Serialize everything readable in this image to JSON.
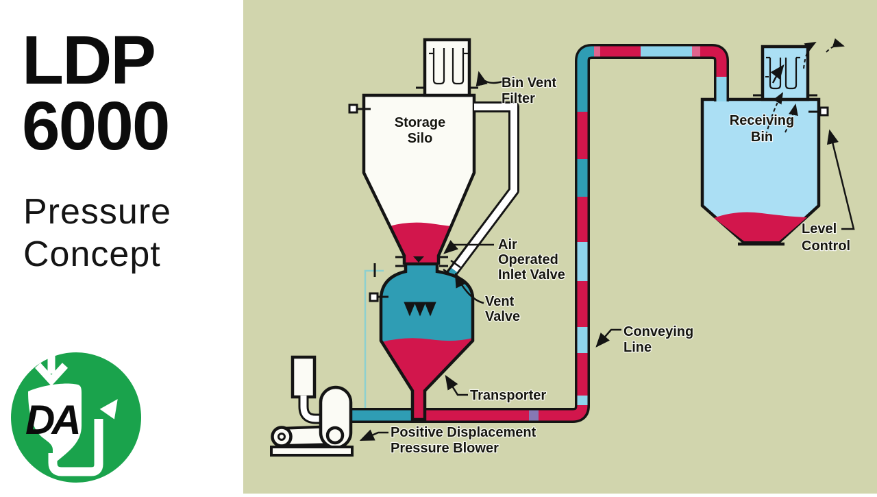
{
  "left_panel": {
    "title_lines": [
      "LDP",
      "6000"
    ],
    "subtitle_lines": [
      "Pressure",
      "Concept"
    ],
    "logo_monogram": "DA"
  },
  "diagram": {
    "labels": {
      "bin_vent_filter": {
        "lines": [
          "Bin Vent",
          "Filter"
        ]
      },
      "storage_silo": {
        "lines": [
          "Storage",
          "Silo"
        ]
      },
      "air_operated_inlet_valve": {
        "lines": [
          "Air",
          "Operated",
          "Inlet Valve"
        ]
      },
      "vent_valve": {
        "lines": [
          "Vent",
          "Valve"
        ]
      },
      "conveying_line": {
        "lines": [
          "Conveying",
          "Line"
        ]
      },
      "transporter": {
        "lines": [
          "Transporter"
        ]
      },
      "positive_displacement_pressure_blower": {
        "lines": [
          "Positive Displacement",
          "Pressure Blower"
        ]
      },
      "receiving_bin": {
        "lines": [
          "Receiving",
          "Bin"
        ]
      },
      "level_control": {
        "lines": [
          "Level",
          "Control"
        ]
      }
    },
    "colors": {
      "background": "#d1d5ad",
      "outline": "#141414",
      "vessel_white": "#fbfbf5",
      "material_red": "#d2164c",
      "air_teal": "#2f9db4",
      "air_light": "#8fd4ec",
      "air_pink": "#e0648e",
      "bin_blue": "#abdff4",
      "purple_sensor_segment": "#8678b4",
      "bypass_cyan": "#8ed0cf"
    }
  },
  "branding": {
    "logo_green": "#1aa34c",
    "panel_bg": "#ffffff",
    "text_color": "#0c0c0c"
  }
}
